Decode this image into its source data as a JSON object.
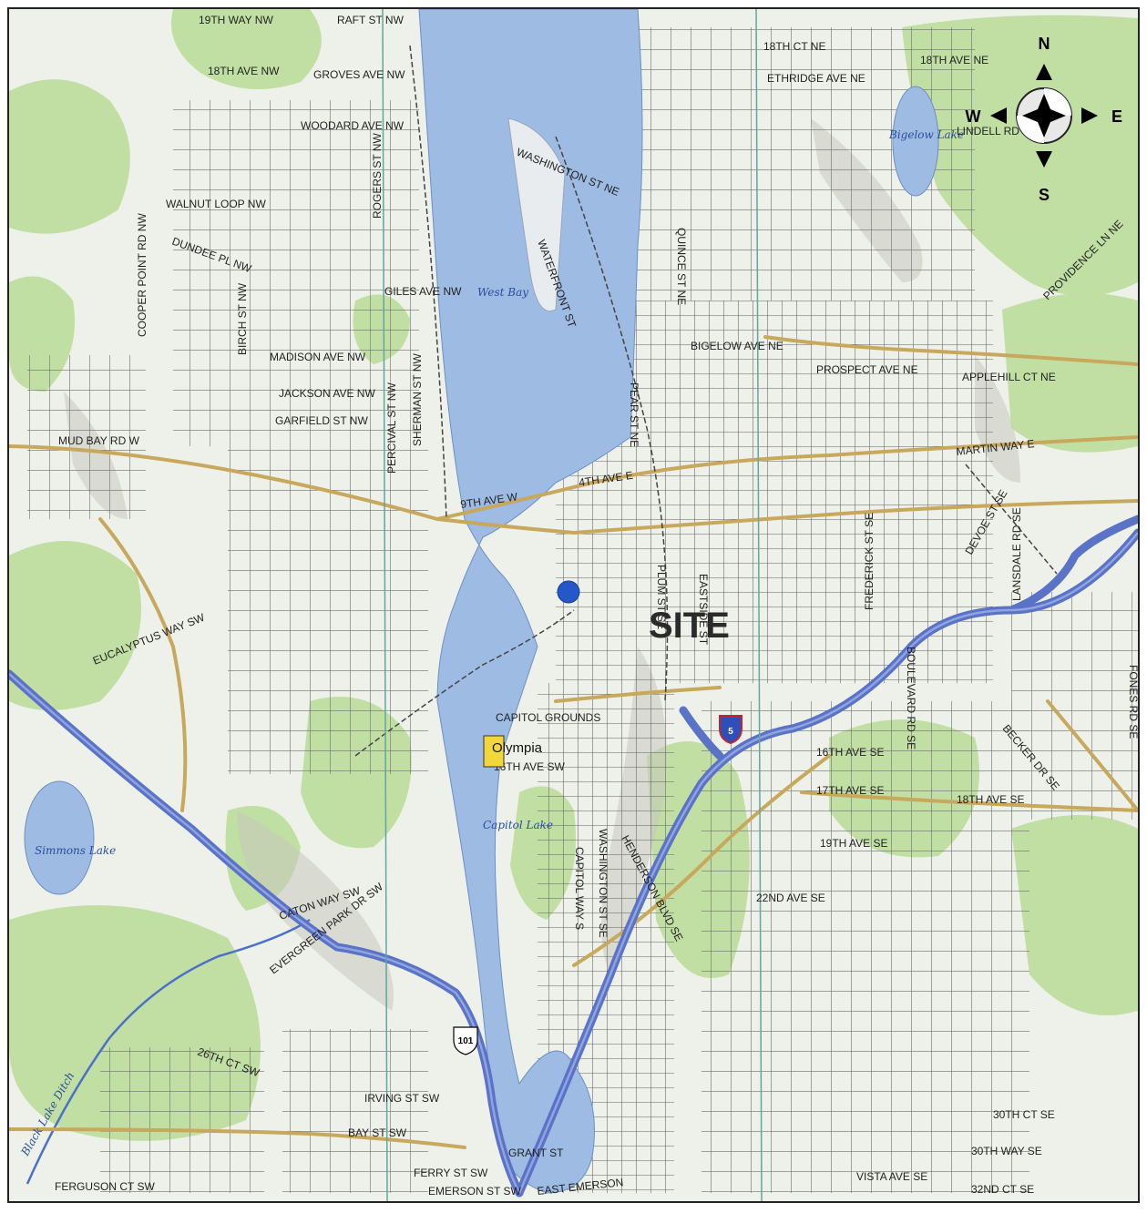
{
  "site_label": "SITE",
  "city_label": "Olympia",
  "compass": {
    "n": "N",
    "s": "S",
    "e": "E",
    "w": "W"
  },
  "colors": {
    "water": "#9dbbe3",
    "highway": "#5b73c6",
    "road": "#c7a85c",
    "vegetation": "#b8db95",
    "marker": "#2457c8",
    "capitol": "#f2d73a"
  },
  "water_labels": [
    "West Bay",
    "Capitol Lake",
    "Bigelow Lake",
    "Simmons Lake",
    "Black Lake Ditch"
  ],
  "route_shields": [
    "101",
    "5"
  ],
  "streets": [
    "19TH WAY NW",
    "RAFT ST NW",
    "18TH CT NE",
    "18TH AVE NE",
    "18TH AVE NW",
    "GROVES AVE NW",
    "ETHRIDGE AVE NE",
    "WOODARD AVE NW",
    "LINDELL RD",
    "WASHINGTON ST NE",
    "WALNUT LOOP NW",
    "DUNDEE PL NW",
    "GILES AVE NW",
    "WATERFRONT ST",
    "BIGELOW AVE NE",
    "MADISON AVE NW",
    "PROSPECT AVE NE",
    "APPLEHILL CT NE",
    "JACKSON AVE NW",
    "GARFIELD ST NW",
    "MUD BAY RD W",
    "MARTIN WAY E",
    "4TH AVE E",
    "9TH AVE W",
    "COOPER POINT RD NW",
    "SHERMAN ST NW",
    "PERCIVAL ST NW",
    "BIRCH ST NW",
    "ROGERS ST NW",
    "EASTSIDE ST",
    "FREDERICK ST SE",
    "BOULEVARD RD SE",
    "DEVOE ST SE",
    "CAPITOL GROUNDS",
    "16TH AVE SW",
    "16TH AVE SE",
    "17TH AVE SE",
    "18TH AVE SE",
    "19TH AVE SE",
    "22ND AVE SE",
    "HENDERSON BLVD SE",
    "WASHINGTON ST SE",
    "CAPITOL WAY S",
    "EUCALYPTUS WAY SW",
    "CATON WAY SW",
    "EVERGREEN PARK DR SW",
    "26TH CT SW",
    "IRVING ST SW",
    "BAY ST SW",
    "GRANT ST",
    "FERRY ST SW",
    "EMERSON ST SW",
    "EAST EMERSON",
    "FERGUSON CT SW",
    "30TH CT SE",
    "30TH WAY SE",
    "VISTA AVE SE",
    "32ND CT SE",
    "BECKER DR SE",
    "LANSDALE RD SE",
    "FONES RD SE",
    "PROVIDENCE LN NE",
    "QUINCE ST NE",
    "PEAR ST NE",
    "PLUM ST SE"
  ]
}
